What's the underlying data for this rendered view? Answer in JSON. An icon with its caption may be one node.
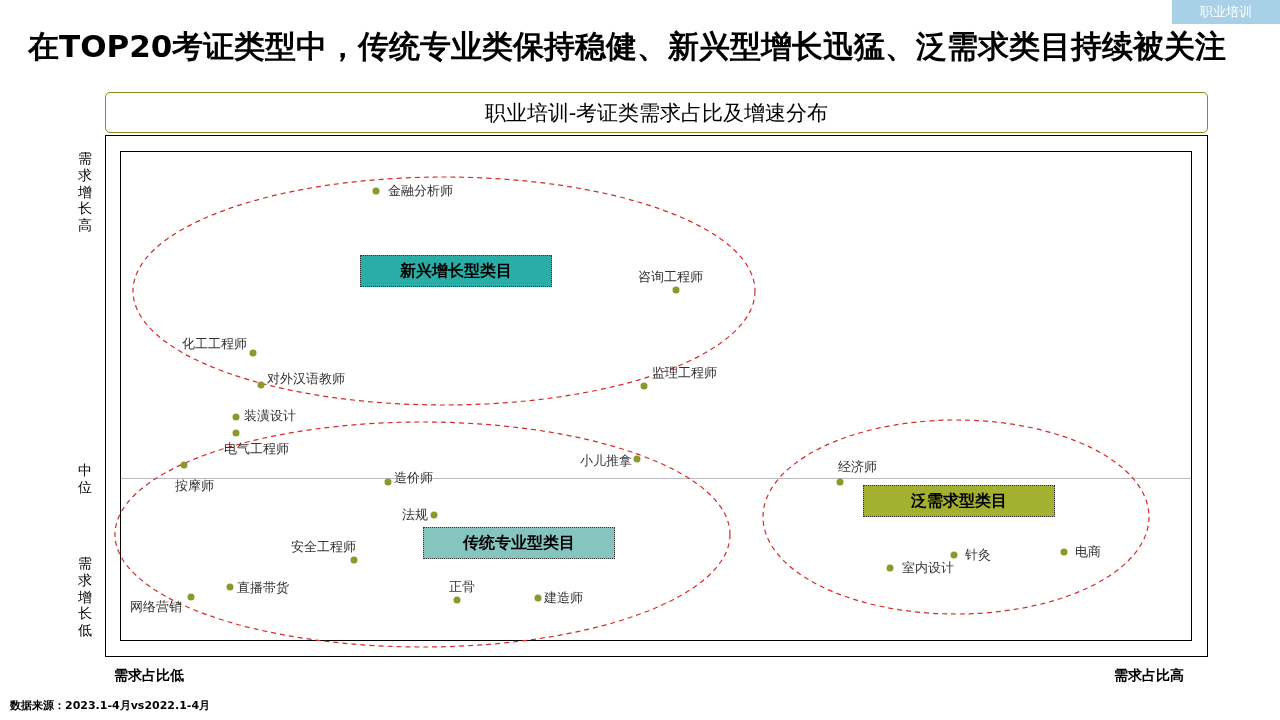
{
  "diagram": {
    "title": "在TOP20考证类型中，传统专业类保持稳健、新兴型增长迅猛、泛需求类目持续被关注",
    "nodes": [
      {
        "text": [
          "职业培训"
        ]
      },
      {
        "text": [
          "职业培训-考证类需求占比及增速分布"
        ]
      },
      {
        "text": [],
        "shape": "ellipse"
      },
      {
        "text": [
          "新兴增长型类目"
        ],
        "in": 2
      },
      {
        "text": [],
        "shape": "ellipse"
      },
      {
        "text": [
          "传统专业型类目"
        ],
        "in": 4
      },
      {
        "text": [],
        "shape": "ellipse"
      },
      {
        "text": [
          "泛需求型类目"
        ],
        "in": 6
      }
    ],
    "edges": [],
    "labels": [
      "需求增长高",
      "金融分析师",
      "咨询工程师",
      "化工工程师",
      "对外汉语教师",
      "装潢设计",
      "电气工程师",
      "监理工程师",
      "小儿推拿",
      "按摩师",
      "中位",
      "造价师",
      "法规",
      "安全工程师",
      "需求增长低",
      "直播带货",
      "网络营销",
      "正骨",
      "建造师",
      "经济师",
      "室内设计",
      "针灸",
      "电商",
      "需求占比低",
      "需求占比高",
      "数据来源：2023.1-4月vs2022.1-4月"
    ]
  }
}
